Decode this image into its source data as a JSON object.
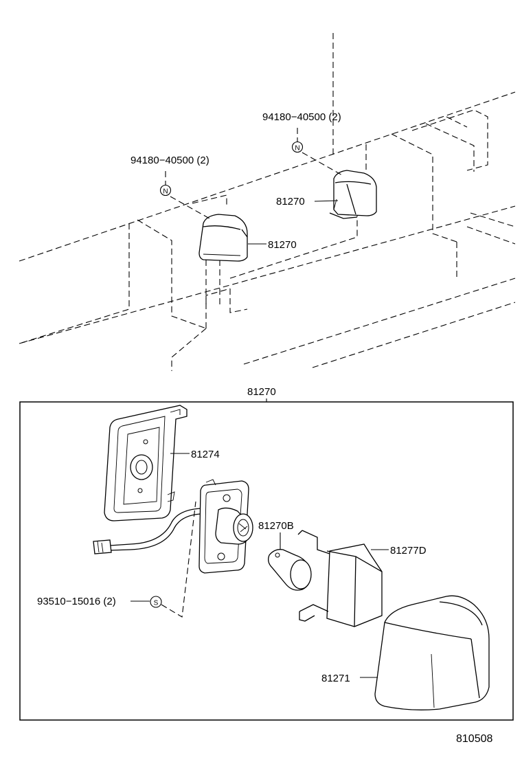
{
  "callouts": {
    "top_screw_right": "94180−40500 (2)",
    "top_screw_left": "94180−40500 (2)",
    "top_lamp_right": "81270",
    "top_lamp_left": "81270",
    "assembly_title": "81270",
    "gasket": "81274",
    "bulb": "81270B",
    "reflector": "81277D",
    "screw_bottom": "93510−15016 (2)",
    "lens": "81271"
  },
  "symbols": {
    "n_marker": "N",
    "s_marker": "S"
  },
  "footer": {
    "diagram_code": "810508"
  }
}
